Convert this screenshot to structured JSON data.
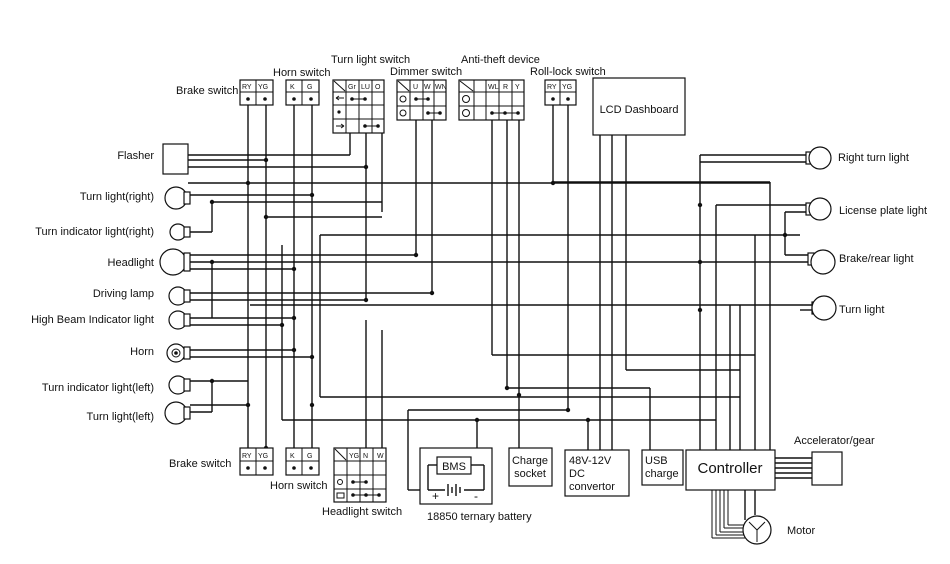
{
  "labels": {
    "flasher": "Flasher",
    "turn_light_right": "Turn light(right)",
    "turn_indicator_right": "Turn indicator light(right)",
    "headlight": "Headlight",
    "driving_lamp": "Driving lamp",
    "high_beam_indicator": "High Beam Indicator light",
    "horn": "Horn",
    "turn_indicator_left": "Turn indicator light(left)",
    "turn_light_left": "Turn light(left)",
    "right_turn_light": "Right turn light",
    "license_plate_light": "License plate light",
    "brake_rear_light": "Brake/rear light",
    "turn_light": "Turn light",
    "accelerator_gear": "Accelerator/gear",
    "motor": "Motor",
    "brake_switch_top": "Brake switch",
    "horn_switch_top": "Horn switch",
    "turn_light_switch": "Turn light switch",
    "dimmer_switch": "Dimmer switch",
    "anti_theft_device": "Anti-theft device",
    "roll_lock_switch": "Roll-lock switch",
    "brake_switch_bottom": "Brake switch",
    "horn_switch_bottom": "Horn switch",
    "headlight_switch": "Headlight switch",
    "battery": "18850 ternary battery"
  },
  "boxes": {
    "lcd_dashboard": "LCD Dashboard",
    "bms": "BMS",
    "charge_socket": [
      "Charge",
      "socket"
    ],
    "dc_convertor": [
      "48V-12V",
      "DC",
      "convertor"
    ],
    "usb_charge": [
      "USB",
      "charge"
    ],
    "controller": "Controller"
  },
  "switch_columns": {
    "brake_top": [
      "RY",
      "YG"
    ],
    "horn_top": [
      "K",
      "G"
    ],
    "turn_light_switch": [
      "Gr",
      "LU",
      "O"
    ],
    "dimmer": [
      "U",
      "W",
      "WN"
    ],
    "anti_theft": [
      "WL",
      "R",
      "Y"
    ],
    "roll_lock": [
      "RY",
      "YG"
    ],
    "brake_bottom": [
      "RY",
      "YG"
    ],
    "horn_bottom": [
      "K",
      "G"
    ],
    "headlight_switch": [
      "YG",
      "N",
      "W"
    ]
  },
  "battery_polarity": {
    "plus": "+",
    "minus": "-"
  }
}
